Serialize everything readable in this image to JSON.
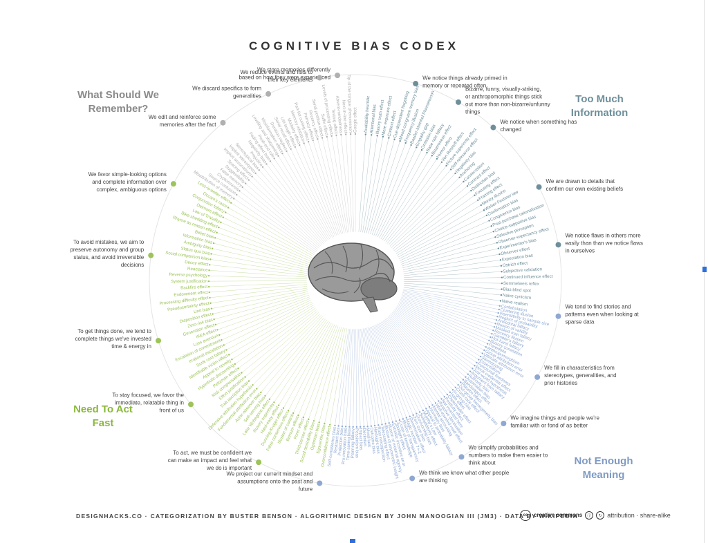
{
  "title": "COGNITIVE BIAS CODEX",
  "quadrants": {
    "remember": "What Should We Remember?",
    "too_much_info": "Too Much Information",
    "act_fast": "Need To Act Fast",
    "meaning": "Not Enough Meaning"
  },
  "groups": [
    {
      "text": "We store memories differently based on how they were experienced",
      "color": "#b0b0b0",
      "quad": "remember"
    },
    {
      "text": "We notice things already primed in memory or repeated often",
      "color": "#6e8f9a",
      "quad": "info"
    },
    {
      "text": "Bizarre, funny, visually-striking, or anthropomorphic things stick out more than non-bizarre/unfunny things",
      "color": "#6e8f9a",
      "quad": "info"
    },
    {
      "text": "We notice when something has changed",
      "color": "#6e8f9a",
      "quad": "info"
    },
    {
      "text": "We are drawn to details that confirm our own existing beliefs",
      "color": "#6e8f9a",
      "quad": "info"
    },
    {
      "text": "We notice flaws in others more easily than than we notice flaws in ourselves",
      "color": "#6e8f9a",
      "quad": "info"
    },
    {
      "text": "We tend to find stories and patterns even when looking at sparse data",
      "color": "#8ea8d2",
      "quad": "meaning"
    },
    {
      "text": "We fill in characteristics from stereotypes, generalities, and prior histories",
      "color": "#8ea8d2",
      "quad": "meaning"
    },
    {
      "text": "We imagine things and people we're familiar with or fond of as better",
      "color": "#8ea8d2",
      "quad": "meaning"
    },
    {
      "text": "We simplify probabilities and numbers to make them easier to think about",
      "color": "#8ea8d2",
      "quad": "meaning"
    },
    {
      "text": "We think we know what other people are thinking",
      "color": "#8ea8d2",
      "quad": "meaning"
    },
    {
      "text": "We project our current mindset and assumptions onto the past and future",
      "color": "#8ea8d2",
      "quad": "meaning"
    },
    {
      "text": "To act, we must be confident we can make an impact and feel what we do is important",
      "color": "#9cc45a",
      "quad": "fast"
    },
    {
      "text": "To stay focused, we favor the immediate, relatable thing in front of us",
      "color": "#9cc45a",
      "quad": "fast"
    },
    {
      "text": "To get things done, we tend to complete things we've invested time & energy in",
      "color": "#9cc45a",
      "quad": "fast"
    },
    {
      "text": "To avoid mistakes, we aim to preserve autonomy and group status, and avoid irreversible decisions",
      "color": "#9cc45a",
      "quad": "fast"
    },
    {
      "text": "We favor simple-looking options and complete information over complex, ambiguous options",
      "color": "#9cc45a",
      "quad": "fast"
    },
    {
      "text": "We edit and reinforce some memories after the fact",
      "color": "#b0b0b0",
      "quad": "remember"
    },
    {
      "text": "We discard specifics to form generalities",
      "color": "#b0b0b0",
      "quad": "remember"
    },
    {
      "text": "We reduce events and lists to their key elements",
      "color": "#b0b0b0",
      "quad": "remember"
    }
  ],
  "biases": {
    "info": [
      "Availability heuristic",
      "Attentional bias",
      "Illusory truth effect",
      "Mere exposure effect",
      "Context effect",
      "Cue-dependent forgetting",
      "Mood-congruent memory bias",
      "Frequency illusion",
      "Baader-Meinhof Phenomenon",
      "Empathy gap",
      "Omission bias",
      "Base rate fallacy",
      "Bizarreness effect",
      "Humor effect",
      "Von Restorff effect",
      "Picture superiority effect",
      "Self-relevance effect",
      "Negativity bias",
      "Anchoring",
      "Conservatism",
      "Contrast effect",
      "Distinction bias",
      "Focusing effect",
      "Framing effect",
      "Money illusion",
      "Weber-Fechner law",
      "Confirmation bias",
      "Congruence bias",
      "Post-purchase rationalization",
      "Choice-supportive bias",
      "Selective perception",
      "Observer-expectancy effect",
      "Experimenter's bias",
      "Observer effect",
      "Expectation bias",
      "Ostrich effect",
      "Subjective validation",
      "Continued influence effect",
      "Semmelweis reflex",
      "Bias blind spot",
      "Naive cynicism",
      "Naive realism"
    ],
    "meaning": [
      "Confabulation",
      "Clustering illusion",
      "Insensitivity to sample size",
      "Neglect of probability",
      "Anecdotal fallacy",
      "Illusion of validity",
      "Masked man fallacy",
      "Recency illusion",
      "Gambler's fallacy",
      "Hot-hand fallacy",
      "Illusory correlation",
      "Pareidolia",
      "Anthropomorphism",
      "Group attribution error",
      "Ultimate attribution error",
      "Stereotyping",
      "Essentialism",
      "Functional fixedness",
      "Moral credential effect",
      "Just-world hypothesis",
      "Argument from fallacy",
      "Authority bias",
      "Automation bias",
      "Bandwagon effect",
      "Placebo effect",
      "Out-group homogeneity bias",
      "Cross-race effect",
      "In-group bias",
      "Halo effect",
      "Cheerleader effect",
      "Positivity effect",
      "Not invented here",
      "Reactive devaluation",
      "Well-traveled road effect",
      "Mental accounting",
      "Normalcy bias",
      "Appeal to probability fallacy",
      "Murphy's Law",
      "Subadditivity effect",
      "Survivorship bias",
      "Zero sum bias",
      "Denomination effect",
      "Magic number 7+-2",
      "Illusion of transparency",
      "Curse of knowledge",
      "Spotlight effect",
      "Extrinsic incentive error",
      "Illusion of external agency",
      "Illusion of asymmetric insight",
      "Telescoping effect",
      "Rosy retrospection",
      "Hindsight bias",
      "Outcome bias",
      "Moral luck",
      "Declinism",
      "Impact bias",
      "Pessimism bias",
      "Planning fallacy",
      "Time-saving bias",
      "Pro-innovation bias",
      "Projection bias",
      "Restraint bias",
      "Self-consistency bias"
    ],
    "fast": [
      "Overconfidence effect",
      "Egocentric bias",
      "Optimism bias",
      "Social desirability bias",
      "Third-person effect",
      "Forer effect",
      "Barnum effect",
      "Illusion of control",
      "False consensus effect",
      "Dunning-Kruger effect",
      "Hard-easy effect",
      "Illusory superiority",
      "Lake Wobegone effect",
      "Self-serving bias",
      "Actor-observer bias",
      "Fundamental attribution error",
      "Defensive attribution hypothesis",
      "Trait ascription bias",
      "Effort justification",
      "Risk compensation",
      "Peltzman effect",
      "Hyperbolic discounting",
      "Appeal to novelty",
      "Identifiable victim effect",
      "Sunk cost fallacy",
      "Irrational escalation",
      "Escalation of commitment",
      "Loss aversion",
      "IKEA effect",
      "Generation effect",
      "Zero-risk bias",
      "Disposition effect",
      "Unit bias",
      "Pseudocertainty effect",
      "Processing difficulty effect",
      "Endowment effect",
      "Backfire effect",
      "System justification",
      "Reverse psychology",
      "Reactance",
      "Decoy effect",
      "Social comparison bias",
      "Status quo bias",
      "Ambiguity bias",
      "Information bias",
      "Belief bias",
      "Rhyme as reason effect",
      "Bike-shedding effect",
      "Law of Triviality",
      "Delmore effect",
      "Conjunction fallacy",
      "Occam's razor",
      "Less-is-better effect"
    ],
    "remember": [
      "Misattribution of memory",
      "Source confusion",
      "Cryptomnesia",
      "False memory",
      "Suggestibility",
      "Spacing effect",
      "Implicit associations",
      "Implicit stereotypes",
      "Stereotypical bias",
      "Prejudice",
      "Negativity bias",
      "Fading affect bias",
      "Peak-end rule",
      "Leveling and sharpening",
      "Misinformation effect",
      "Duration neglect",
      "Serial recall effect",
      "List-length effect",
      "Modality effect",
      "Memory inhibition",
      "Part-list cueing effect",
      "Primacy effect",
      "Recency effect",
      "Serial position effect",
      "Suffix effect",
      "Levels of processing effect",
      "Testing effect",
      "Absent-mindedness",
      "Next-in-line effect",
      "Tip of the tongue phenomenon",
      "Google effect"
    ]
  },
  "footer": "DESIGNHACKS.CO · CATEGORIZATION BY BUSTER BENSON · ALGORITHMIC DESIGN BY JOHN MANOOGIAN III (JM3) · DATA BY WIKIPEDIA",
  "license": {
    "logo": "cc",
    "name": "creative commons",
    "by_icon": "attribution-icon",
    "sa_icon": "share-alike-icon",
    "text": "attribution · share-alike"
  },
  "colors": {
    "remember": "#b0b0b0",
    "info": "#6e8f9a",
    "meaning": "#8ea8d2",
    "fast": "#9cc45a",
    "text": "#333333"
  }
}
